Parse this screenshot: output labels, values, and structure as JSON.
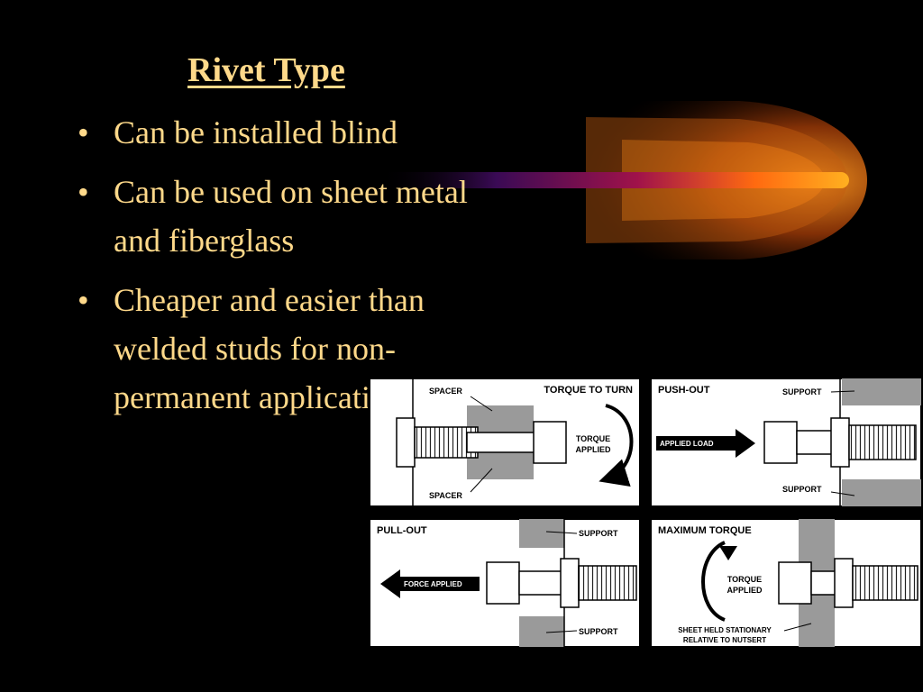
{
  "slide": {
    "title": "Rivet Type",
    "bullet_glyph": "•",
    "bullets": [
      "Can be installed blind",
      "Can be used on sheet metal and fiberglass",
      "Cheaper and easier than welded studs for non-permanent applications"
    ]
  },
  "diagram": {
    "panels": [
      {
        "title": "TORQUE TO TURN",
        "labels": [
          "SPACER",
          "SPACER",
          "TORQUE",
          "APPLIED"
        ]
      },
      {
        "title": "PUSH-OUT",
        "labels": [
          "SUPPORT",
          "SUPPORT",
          "APPLIED LOAD"
        ]
      },
      {
        "title": "PULL-OUT",
        "labels": [
          "SUPPORT",
          "SUPPORT",
          "FORCE APPLIED"
        ]
      },
      {
        "title": "MAXIMUM TORQUE",
        "labels": [
          "TORQUE",
          "APPLIED",
          "SHEET HELD STATIONARY",
          "RELATIVE TO NUTSERT"
        ]
      }
    ]
  }
}
